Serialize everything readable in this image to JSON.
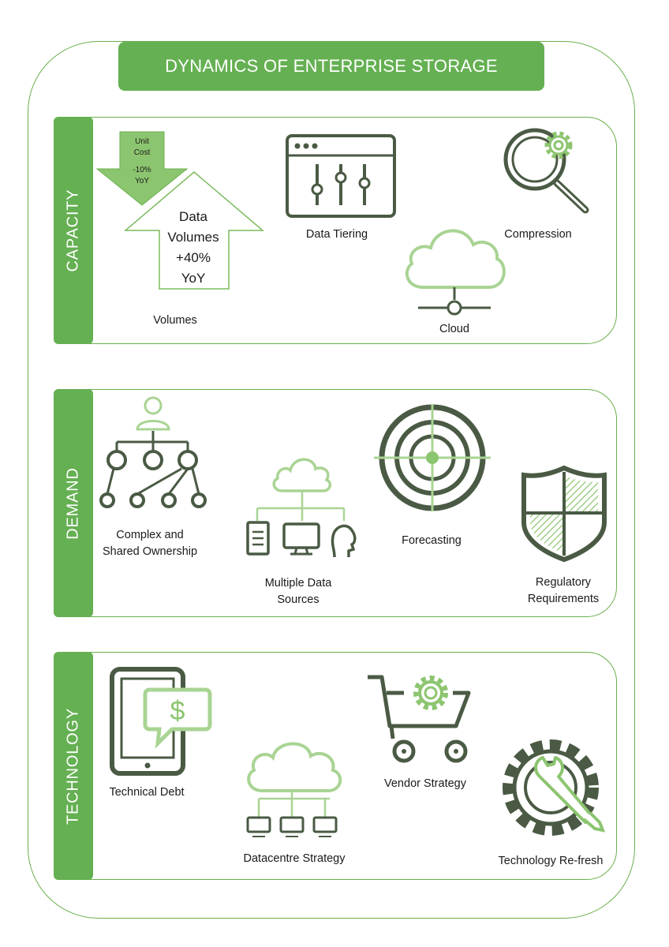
{
  "title": "DYNAMICS OF ENTERPRISE STORAGE",
  "colors": {
    "accent": "#65b052",
    "light_green": "#a9d494",
    "dark_icon": "#4a5a44",
    "border": "#6ab04c"
  },
  "sections": {
    "capacity": {
      "label": "CAPACITY",
      "unit_cost": {
        "line1": "Unit",
        "line2": "Cost",
        "line3": "-10%",
        "line4": "YoY"
      },
      "data_volumes": {
        "line1": "Data",
        "line2": "Volumes",
        "line3": "+40%",
        "line4": "YoY"
      },
      "volumes": "Volumes",
      "data_tiering": "Data Tiering",
      "compression": "Compression",
      "cloud": "Cloud",
      "icons": [
        "arrow-down-icon",
        "arrow-up-icon",
        "sliders-window-icon",
        "magnifier-gear-icon",
        "cloud-network-icon"
      ]
    },
    "demand": {
      "label": "DEMAND",
      "complex_1": "Complex and",
      "complex_2": "Shared Ownership",
      "multiple_1": "Multiple Data",
      "multiple_2": "Sources",
      "forecasting": "Forecasting",
      "regulatory_1": "Regulatory",
      "regulatory_2": "Requirements",
      "icons": [
        "org-hierarchy-icon",
        "cloud-sources-icon",
        "target-icon",
        "shield-icon"
      ]
    },
    "technology": {
      "label": "TECHNOLOGY",
      "technical_debt": "Technical Debt",
      "datacentre": "Datacentre Strategy",
      "vendor": "Vendor Strategy",
      "refresh": "Technology Re-fresh",
      "icons": [
        "tablet-dollar-icon",
        "cloud-servers-icon",
        "cart-gear-icon",
        "gear-wrench-icon"
      ]
    }
  }
}
